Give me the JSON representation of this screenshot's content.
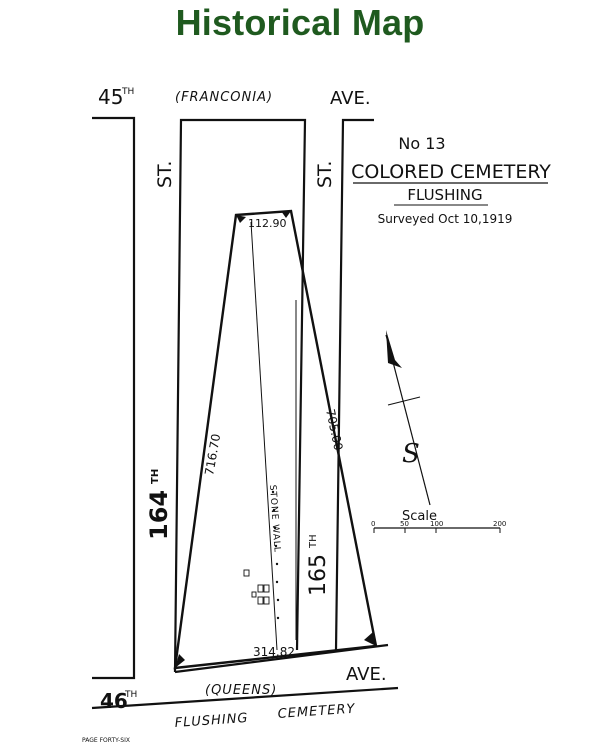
{
  "title": "Historical Map",
  "streets": {
    "top_left_number": "45",
    "top_left_suffix": "TH",
    "top_name": "(FRANCONIA)",
    "top_ave": "AVE.",
    "left_street_number": "164",
    "left_street_suffix": "TH",
    "left_st": "ST.",
    "right_street_number": "165",
    "right_street_suffix": "TH",
    "right_st": "ST.",
    "bottom_left_number": "46",
    "bottom_left_suffix": "TH",
    "bottom_name": "(QUEENS)",
    "bottom_ave": "AVE.",
    "below_label_1": "FLUSHING",
    "below_label_2": "CEMETERY"
  },
  "plot": {
    "no": "No 13",
    "name": "COLORED CEMETERY",
    "location": "FLUSHING",
    "surveyed": "Surveyed Oct 10,1919",
    "top_dim": "112.90",
    "left_dim": "716.70",
    "right_dim": "705.00",
    "bottom_dim": "314.82",
    "wall_label": "STONE WALL"
  },
  "scale": {
    "label": "Scale",
    "ticks": [
      "0",
      "50",
      "100",
      "200"
    ]
  },
  "north_label": "S",
  "footer": "PAGE FORTY-SIX",
  "colors": {
    "title": "#1f5a1f",
    "ink": "#111111"
  }
}
